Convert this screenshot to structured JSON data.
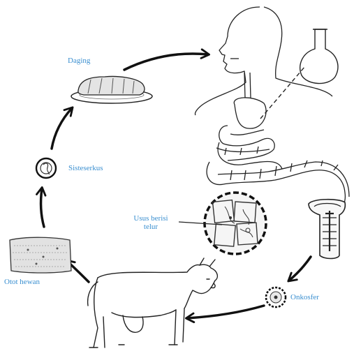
{
  "labels": {
    "daging": "Daging",
    "sisteserkus": "Sisteserkus",
    "usus_line1": "Usus berisi",
    "usus_line2": "telur",
    "otot_hewan": "Otot hewan",
    "onkosfer": "Onkosfer"
  },
  "colors": {
    "label": "#3a8fd0",
    "ink": "#111111"
  },
  "icons": [
    "human-silhouette-icon",
    "cow-icon",
    "meat-plate-icon",
    "cyst-icon",
    "muscle-slab-icon",
    "egg-onchosphere-icon",
    "magnified-intestine-icon",
    "tapeworm-segment-icon",
    "flask-icon"
  ]
}
